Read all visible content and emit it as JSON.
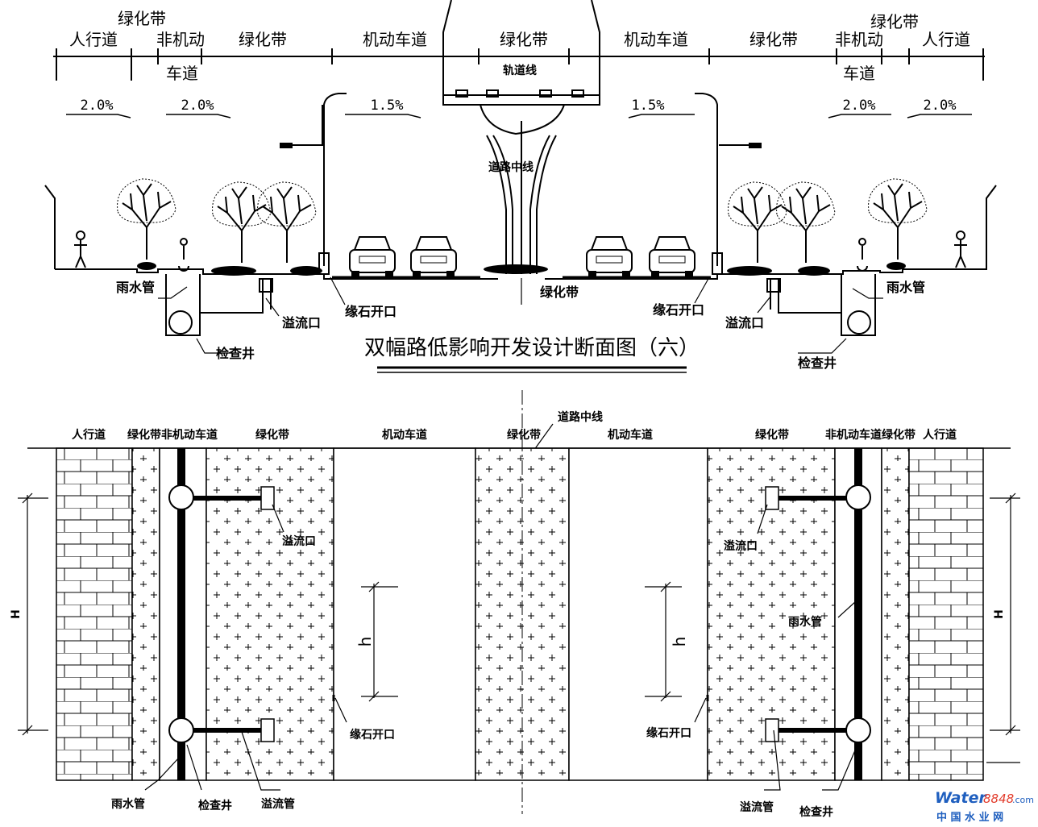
{
  "section": {
    "title": "双幅路低影响开发设计断面图（六）",
    "zones_top": {
      "left_sidewalk": "人行道",
      "left_green_narrow": "绿化带",
      "left_bike_line1": "非机动",
      "left_bike_line2": "车道",
      "left_green_wide": "绿化带",
      "left_motor": "机动车道",
      "median": "绿化带",
      "right_motor": "机动车道",
      "right_green_wide": "绿化带",
      "right_bike_line1": "非机动",
      "right_bike_line2": "车道",
      "right_green_narrow": "绿化带",
      "right_sidewalk": "人行道"
    },
    "slopes": {
      "left_sidewalk": "2.0%",
      "left_bike": "2.0%",
      "left_motor": "1.5%",
      "right_motor": "1.5%",
      "right_bike": "2.0%",
      "right_sidewalk": "2.0%"
    },
    "track_label": "轨道线",
    "centerline_label": "道路中线",
    "median_label": "绿化带",
    "left_rain_pipe": "雨水管",
    "left_overflow": "溢流口",
    "left_inspection": "检查井",
    "left_curb_opening": "缘石开口",
    "right_curb_opening": "缘石开口",
    "right_rain_pipe": "雨水管",
    "right_overflow": "溢流口",
    "right_inspection": "检查井"
  },
  "plan": {
    "headers": {
      "left_sidewalk": "人行道",
      "left_green_bike": "绿化带非机动车道",
      "left_green_wide": "绿化带",
      "left_motor": "机动车道",
      "median": "绿化带",
      "right_motor": "机动车道",
      "right_green_wide": "绿化带",
      "right_bike_green": "非机动车道绿化带",
      "right_sidewalk": "人行道"
    },
    "centerline_label": "道路中线",
    "dim_big": "H",
    "dim_small": "h",
    "left_overflow_top": "溢流口",
    "right_overflow_top": "溢流口",
    "left_curb_opening": "缘石开口",
    "right_curb_opening": "缘石开口",
    "right_rain_pipe_mid": "雨水管",
    "left_rain_pipe": "雨水管",
    "left_inspection": "检查井",
    "left_overflow_pipe": "溢流管",
    "right_overflow_pipe": "溢流管",
    "right_inspection": "检查井"
  },
  "watermark": {
    "brand_a": "Water",
    "brand_b": "8848",
    "brand_c": ".com",
    "cn": "中 国 水 业 网"
  }
}
